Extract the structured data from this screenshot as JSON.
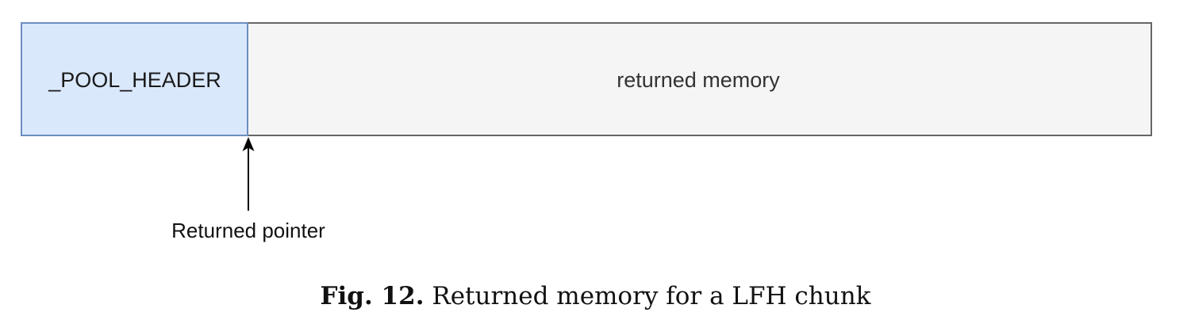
{
  "diagram": {
    "header_box": {
      "label": "_POOL_HEADER",
      "fill": "#dae8fc",
      "stroke": "#6c8ebf"
    },
    "memory_box": {
      "label": "returned memory",
      "fill": "#f5f5f5",
      "stroke": "#666666"
    },
    "pointer": {
      "label": "Returned pointer",
      "color": "#000000"
    }
  },
  "caption": {
    "number": "Fig. 12.",
    "text": "Returned memory for a LFH chunk"
  }
}
